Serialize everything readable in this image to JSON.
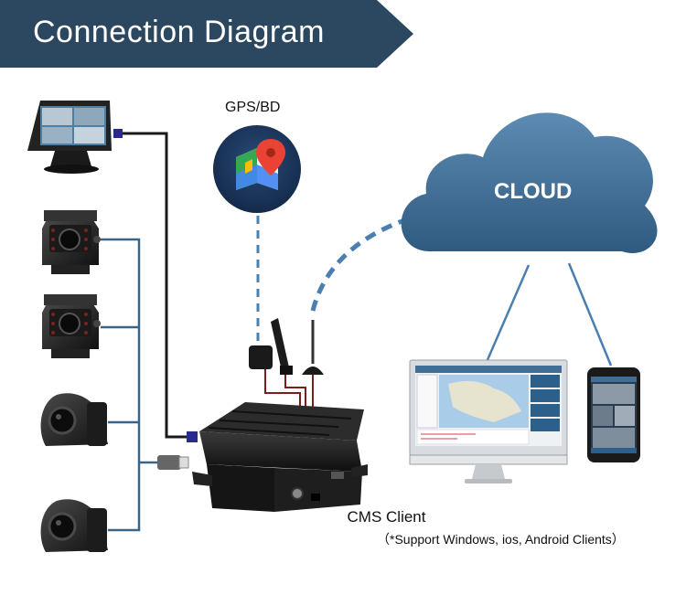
{
  "banner": {
    "title": "Connection Diagram"
  },
  "gps": {
    "label": "GPS/BD"
  },
  "cloud": {
    "label": "CLOUD"
  },
  "cms": {
    "title": "CMS Client",
    "subtitle": "（*Support Windows, ios, Android Clients）"
  },
  "colors": {
    "banner": "#2c4760",
    "cloud": "#3f6f97",
    "cable_dark": "#1a1a1a",
    "cable_blue": "#3d6485",
    "cable_red": "#7a1f1f",
    "wireless": "#4a7fb0",
    "device": "#1c1c1c"
  },
  "icons": [
    "map-pin-icon",
    "cloud-icon",
    "monitor-icon",
    "camera-icon",
    "antenna-icon",
    "smartphone-icon",
    "desktop-icon"
  ]
}
